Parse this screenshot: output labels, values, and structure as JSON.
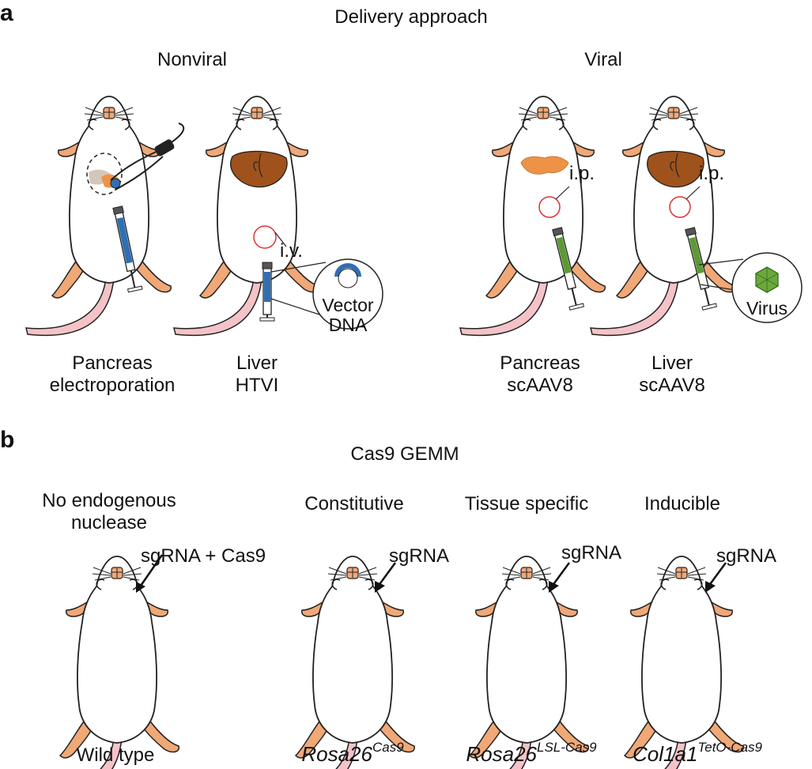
{
  "panel_a": {
    "letter": "a",
    "title": "Delivery approach",
    "nonviral_label": "Nonviral",
    "viral_label": "Viral",
    "mice": [
      {
        "caption_line1": "Pancreas",
        "caption_line2": "electroporation",
        "organ": "pancreas",
        "syringe_color": "#2f6fb3",
        "route": ""
      },
      {
        "caption_line1": "Liver",
        "caption_line2": "HTVI",
        "organ": "liver",
        "syringe_color": "#2f6fb3",
        "route": "i.v."
      },
      {
        "caption_line1": "Pancreas",
        "caption_line2": "scAAV8",
        "organ": "pancreas",
        "syringe_color": "#5d9a34",
        "route": "i.p."
      },
      {
        "caption_line1": "Liver",
        "caption_line2": "scAAV8",
        "organ": "liver",
        "syringe_color": "#5d9a34",
        "route": "i.p."
      }
    ],
    "vector_callout": {
      "line1": "Vector",
      "line2": "DNA",
      "color": "#2f6fb3"
    },
    "virus_callout": {
      "label": "Virus",
      "color": "#6aaa3c"
    }
  },
  "panel_b": {
    "letter": "b",
    "title": "Cas9 GEMM",
    "groups": [
      {
        "heading_line1": "No endogenous",
        "heading_line2": "nuclease",
        "arrow_label": "sgRNA + Cas9",
        "genotype": "Wild type",
        "superscript": ""
      },
      {
        "heading_line1": "Constitutive",
        "heading_line2": "",
        "arrow_label": "sgRNA",
        "genotype": "Rosa26",
        "superscript": "Cas9"
      },
      {
        "heading_line1": "Tissue specific",
        "heading_line2": "",
        "arrow_label": "sgRNA",
        "genotype": "Rosa26",
        "superscript": "LSL-Cas9"
      },
      {
        "heading_line1": "Inducible",
        "heading_line2": "",
        "arrow_label": "sgRNA",
        "genotype": "Col1a1",
        "superscript": "TetO-Cas9"
      }
    ]
  },
  "colors": {
    "paw": "#f0a877",
    "tail": "#f4c3c8",
    "liver": "#a0521c",
    "pancreas": "#ee9246",
    "injection_circle": "#e03030"
  }
}
